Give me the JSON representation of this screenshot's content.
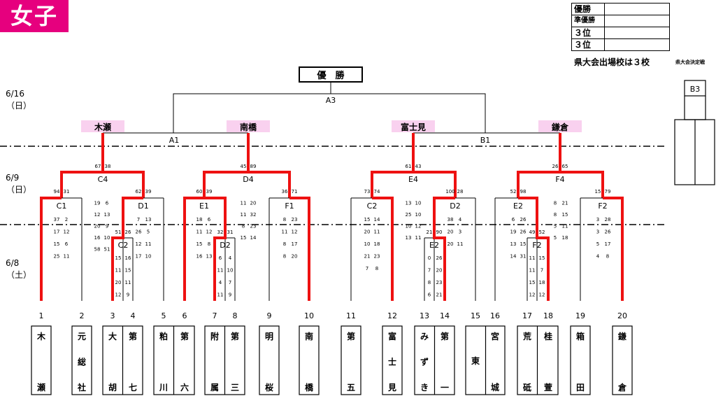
{
  "badge": "女子",
  "results": [
    {
      "label": "優勝",
      "value": ""
    },
    {
      "label": "準優勝",
      "value": ""
    },
    {
      "label": "３位",
      "value": ""
    },
    {
      "label": "３位",
      "value": ""
    }
  ],
  "qualify_note": "県大会出場校は３校",
  "playoff_note": "県大会決定戦",
  "champion_label": "優　勝",
  "dates": [
    "6/16\n（日）",
    "6/9\n（日）",
    "6/8\n（土）"
  ],
  "final_code": "A3",
  "semi_codes": [
    "A1",
    "B1"
  ],
  "winners": [
    "木瀬",
    "南橋",
    "富士見",
    "鎌倉"
  ],
  "qf_codes": [
    "C4",
    "D4",
    "E4",
    "F4"
  ],
  "r2_codes": [
    "C1",
    "D1",
    "E1",
    "F1",
    "C2",
    "D2",
    "E2",
    "F2"
  ],
  "r1_codes": [
    "C2",
    "D2",
    "E2",
    "F2"
  ],
  "playoff_code": "B3",
  "qf_scores": [
    "67",
    "38",
    "45",
    "89",
    "61",
    "43",
    "26",
    "65"
  ],
  "r2_scores": [
    "94",
    "31",
    "62",
    "39",
    "60",
    "39",
    "36",
    "71",
    "73",
    "74",
    "100",
    "28",
    "52",
    "98",
    "15",
    "79"
  ],
  "r1_scores": [
    "51",
    "26",
    "32",
    "31",
    "21",
    "90",
    "49",
    "52"
  ],
  "quarters_left": [
    [
      "19",
      "6",
      "12",
      "13",
      "20",
      "9",
      "16",
      "10",
      "58",
      "51"
    ],
    [
      "11",
      "20",
      "11",
      "32",
      "8",
      "23",
      "15",
      "14"
    ],
    [
      "13",
      "10",
      "25",
      "10",
      "10",
      "12",
      "13",
      "11"
    ],
    [
      "8",
      "21",
      "8",
      "15",
      "5",
      "11",
      "5",
      "18"
    ]
  ],
  "quarters_r2": [
    [
      "37",
      "2",
      "17",
      "12",
      "15",
      "6",
      "25",
      "11"
    ],
    [
      "7",
      "13",
      "26",
      "5",
      "12",
      "11",
      "17",
      "10"
    ],
    [
      "18",
      "6",
      "11",
      "12",
      "15",
      "8",
      "16",
      "13"
    ],
    [
      "8",
      "23",
      "11",
      "12",
      "8",
      "17",
      "8",
      "20"
    ],
    [
      "15",
      "14",
      "20",
      "11",
      "10",
      "18",
      "21",
      "23",
      "7",
      "8"
    ],
    [
      "38",
      "4",
      "20",
      "3",
      "20",
      "11"
    ],
    [
      "6",
      "26",
      "19",
      "26",
      "13",
      "15",
      "14",
      "31"
    ],
    [
      "3",
      "28",
      "3",
      "26",
      "5",
      "17",
      "4",
      "8"
    ]
  ],
  "quarters_r1": [
    [
      "15",
      "16",
      "11",
      "15",
      "20",
      "11",
      "12",
      "9"
    ],
    [
      "6",
      "4",
      "11",
      "10",
      "4",
      "7",
      "11",
      "9"
    ],
    [
      "0",
      "26",
      "7",
      "20",
      "8",
      "23",
      "6",
      "21"
    ],
    [
      "11",
      "15",
      "11",
      "7",
      "15",
      "18",
      "12",
      "12"
    ]
  ],
  "teams": [
    {
      "num": "1",
      "name": "木瀬"
    },
    {
      "num": "2",
      "name": "元総社"
    },
    {
      "num": "3",
      "name": "大胡"
    },
    {
      "num": "4",
      "name": "第七"
    },
    {
      "num": "5",
      "name": "粕川"
    },
    {
      "num": "6",
      "name": "第六"
    },
    {
      "num": "7",
      "name": "附属"
    },
    {
      "num": "8",
      "name": "第三"
    },
    {
      "num": "9",
      "name": "明桜"
    },
    {
      "num": "10",
      "name": "南橋"
    },
    {
      "num": "11",
      "name": "第五"
    },
    {
      "num": "12",
      "name": "富士見"
    },
    {
      "num": "13",
      "name": "みずき"
    },
    {
      "num": "14",
      "name": "第一"
    },
    {
      "num": "15",
      "name": "東"
    },
    {
      "num": "16",
      "name": "宮城"
    },
    {
      "num": "17",
      "name": "荒砥"
    },
    {
      "num": "18",
      "name": "桂萱"
    },
    {
      "num": "19",
      "name": "箱田"
    },
    {
      "num": "20",
      "name": "鎌倉"
    }
  ]
}
